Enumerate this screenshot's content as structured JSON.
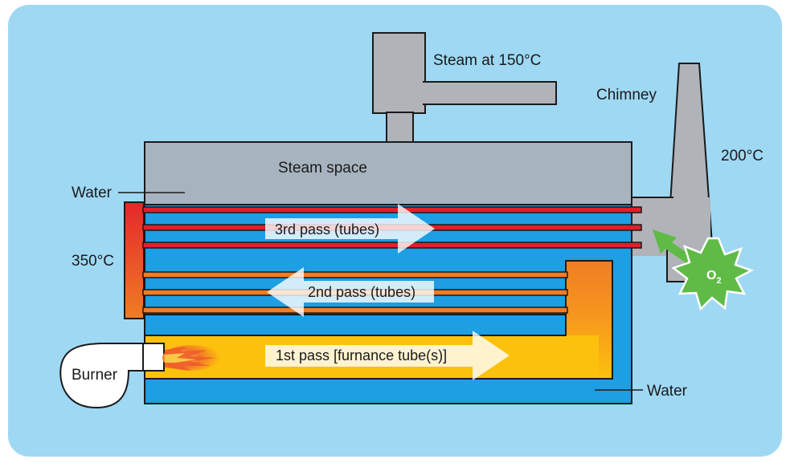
{
  "labels": {
    "steam_outlet": "Steam at 150°C",
    "chimney": "Chimney",
    "chimney_temp": "200°C",
    "steam_space": "Steam space",
    "water_top": "Water",
    "temp_350": "350°C",
    "burner": "Burner",
    "water_bottom": "Water",
    "pass3": "3rd pass (tubes)",
    "pass2": "2nd pass (tubes)",
    "pass1": "1st pass [furnance tube(s)]",
    "oxygen": "O",
    "oxygen_sub": "2"
  },
  "colors": {
    "background_panel": "#9fd8f3",
    "water": "#1e9ee3",
    "steam": "#a7b4bf",
    "metal_gray": "#b0b3b7",
    "tube_red": "#e0202a",
    "tube_orange": "#f07d24",
    "furnace_yellow": "#fcc10d",
    "oxygen_green": "#5fbb46"
  }
}
